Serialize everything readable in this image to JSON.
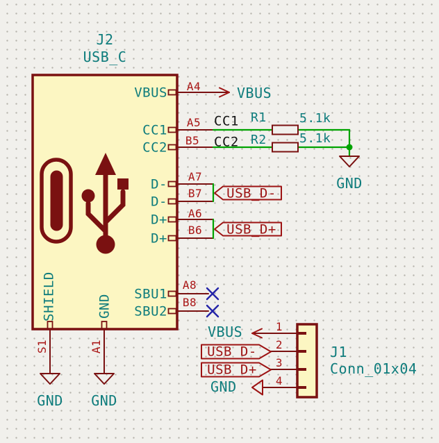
{
  "colors": {
    "background": "#f1f0ec",
    "grid_dot": "#b7b4ad",
    "symbol_fill": "#fcf6c2",
    "symbol_outline": "#7a1111",
    "pin_number": "#aa1717",
    "label_outline": "#9d1313",
    "net_name": "#0e7c7c",
    "local_label": "#141414",
    "wire": "#00a300",
    "no_connect": "#2424a8"
  },
  "usb_connector": {
    "reference": "J2",
    "value": "USB_C",
    "pins": {
      "vbus": {
        "name": "VBUS",
        "number": "A4"
      },
      "cc1": {
        "name": "CC1",
        "number": "A5"
      },
      "cc2": {
        "name": "CC2",
        "number": "B5"
      },
      "dminus_a": {
        "name": "D-",
        "number": "A7"
      },
      "dminus_b": {
        "name": "D-",
        "number": "B7"
      },
      "dplus_a": {
        "name": "D+",
        "number": "A6"
      },
      "dplus_b": {
        "name": "D+",
        "number": "B6"
      },
      "sbu1": {
        "name": "SBU1",
        "number": "A8"
      },
      "sbu2": {
        "name": "SBU2",
        "number": "B8"
      },
      "shield": {
        "name": "SHIELD",
        "number": "S1"
      },
      "gnd": {
        "name": "GND",
        "number": "A1"
      }
    }
  },
  "resistors": {
    "r1": {
      "reference": "R1",
      "value": "5.1k"
    },
    "r2": {
      "reference": "R2",
      "value": "5.1k"
    }
  },
  "header_connector": {
    "reference": "J1",
    "value": "Conn_01x04",
    "pin_numbers": [
      "1",
      "2",
      "3",
      "4"
    ]
  },
  "net_labels": {
    "vbus_arrow": "VBUS",
    "cc1": "CC1",
    "cc2": "CC2",
    "usb_dminus_left": "USB_D-",
    "usb_dplus_left": "USB_D+",
    "vbus_j1": "VBUS",
    "usb_dminus_j1": "USB_D-",
    "usb_dplus_j1": "USB_D+",
    "gnd_j1": "GND",
    "gnd_resistors": "GND",
    "gnd_shield": "GND",
    "gnd_a1": "GND"
  }
}
